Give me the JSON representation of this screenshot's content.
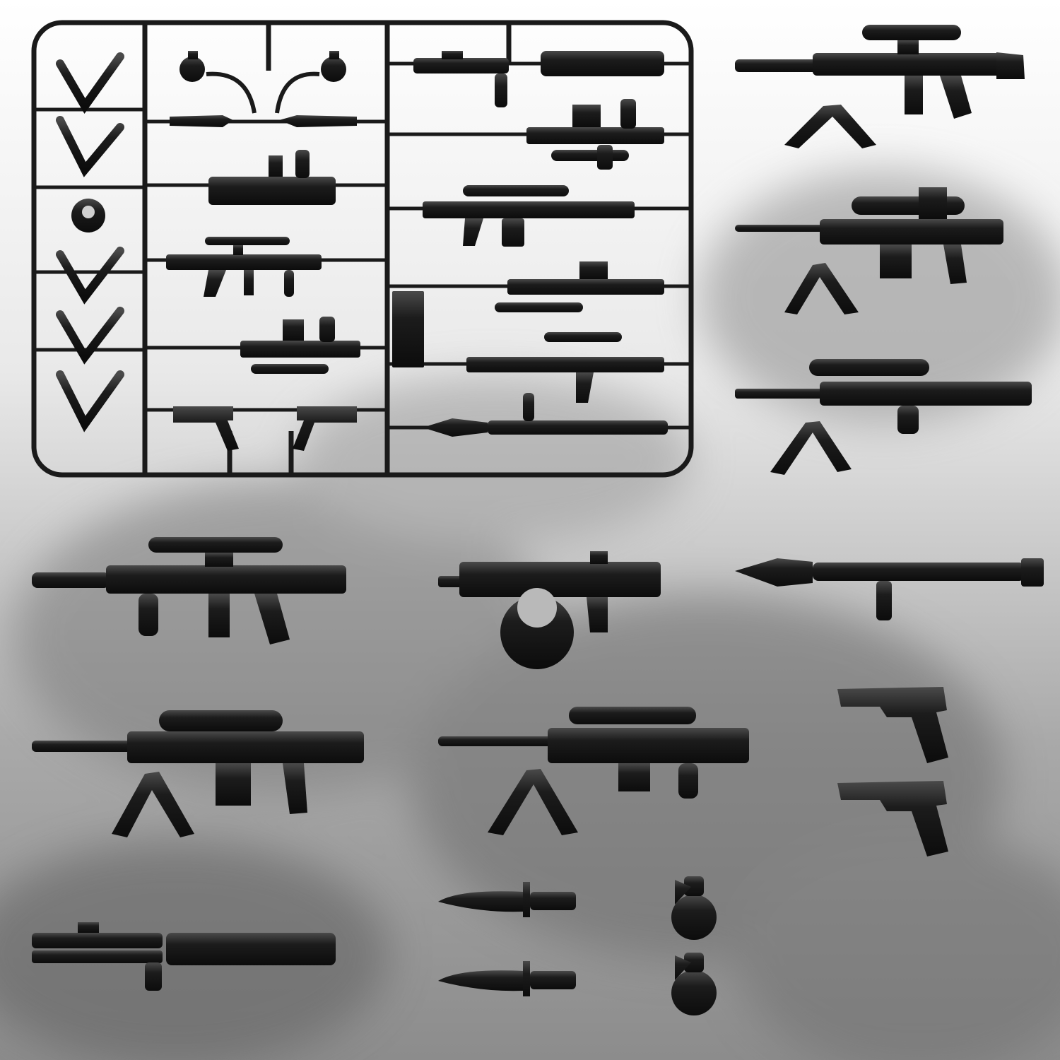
{
  "image": {
    "kind": "product-photo",
    "background": {
      "top": "#ffffff",
      "bottom": "#8a8a8a",
      "smoke": "#6e6e6e"
    },
    "part_color": "#1a1a1a",
    "highlight_color": "#5a5a5a"
  },
  "sprue": {
    "frame_color": "#1a1a1a",
    "parts": [
      "bipod-1",
      "bipod-2",
      "bipod-3",
      "bipod-4",
      "bipod-5",
      "drum-magazine",
      "grenade-1",
      "grenade-2",
      "knife-1",
      "knife-2",
      "grenade-launcher",
      "scoped-assault-rifle",
      "scoped-rifle",
      "pistol-1",
      "pistol-2",
      "launcher-tube",
      "launcher-barrel",
      "sniper-rifle-1",
      "sniper-rifle-2",
      "battle-rifle",
      "carbine",
      "rpg-launcher"
    ]
  },
  "loose_parts": [
    "sniper-rifle-bipod-1",
    "sniper-rifle-bipod-2",
    "sniper-rifle-bipod-3",
    "scoped-assault-rifle",
    "submachine-gun-drum",
    "rpg-launcher",
    "sniper-rifle-bipod-4",
    "sniper-rifle-bipod-5",
    "pistol-1",
    "pistol-2",
    "knife-1",
    "knife-2",
    "grenade-1",
    "grenade-2",
    "grenade-launcher-set"
  ]
}
